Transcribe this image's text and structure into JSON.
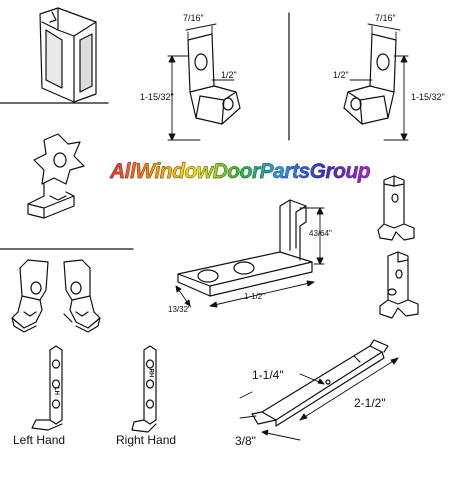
{
  "watermark": "AllWindowDoorPartsGroup",
  "dims": {
    "d1_top": "7/16\"",
    "d1_height": "1-15/32\"",
    "d1_inner": "1/2\"",
    "d2_top": "7/16\"",
    "d2_height": "1-15/32\"",
    "d2_inner": "1/2\"",
    "d3_height": "43/64\"",
    "d3_length": "1-1/2\"",
    "d3_width": "13/32\"",
    "d4_a": "1-1/4\"",
    "d4_b": "2-1/2\"",
    "d4_c": "3/8\""
  },
  "captions": {
    "left_hand": "Left Hand",
    "right_hand": "Right Hand"
  },
  "stamps": {
    "left": "LH",
    "right": "RH"
  },
  "colors": {
    "line": "#111111"
  }
}
